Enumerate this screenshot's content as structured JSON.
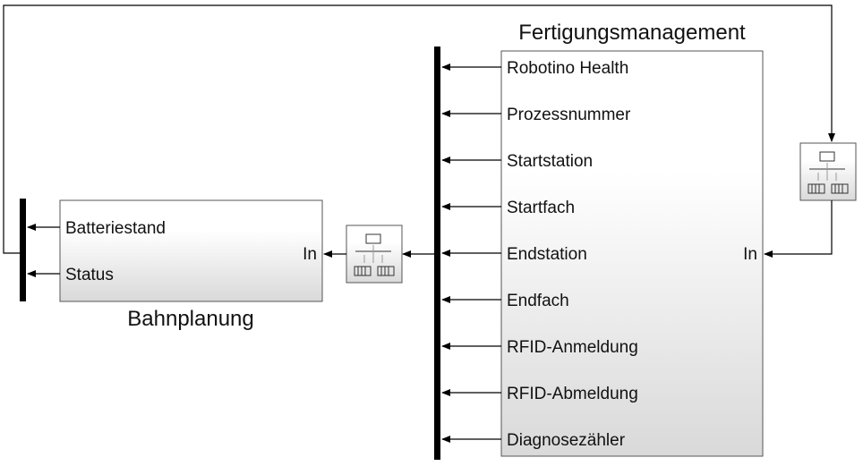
{
  "blocks": {
    "fertigung": {
      "title": "Fertigungsmanagement",
      "input_port": "In",
      "outputs": [
        "Robotino Health",
        "Prozessnummer",
        "Startstation",
        "Startfach",
        "Endstation",
        "Endfach",
        "RFID-Anmeldung",
        "RFID-Abmeldung",
        "Diagnosezähler"
      ]
    },
    "bahnplanung": {
      "title": "Bahnplanung",
      "input_port": "In",
      "outputs": [
        "Batteriestand",
        "Status"
      ]
    }
  },
  "icons": {
    "converter": "rate-transition-icon"
  },
  "colors": {
    "line": "#000000",
    "block_top": "#ffffff",
    "block_bottom": "#dedede",
    "bus_bar": "#000000"
  }
}
